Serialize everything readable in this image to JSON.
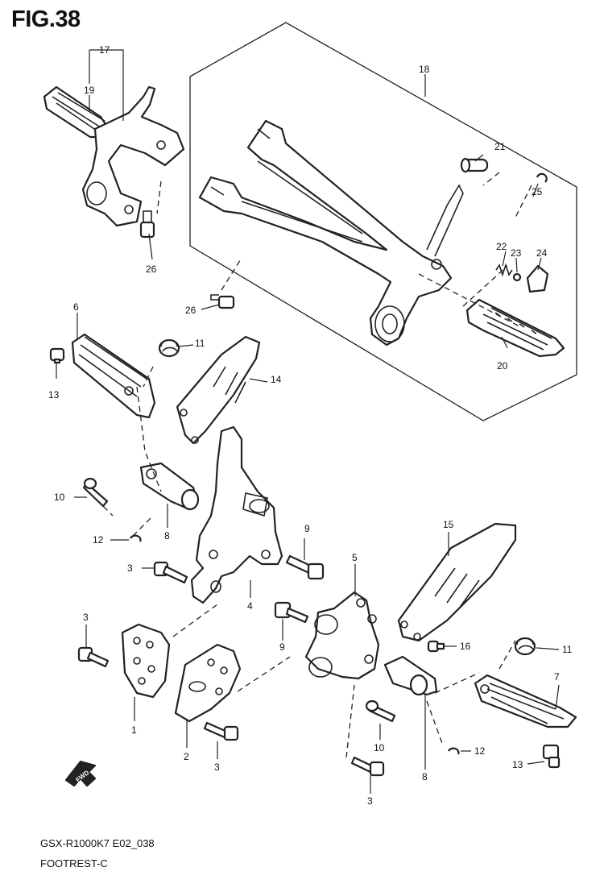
{
  "figure": {
    "title": "FIG.38",
    "model_code": "GSX-R1000K7 E02_038",
    "section_name": "FOOTREST-C"
  },
  "direction_badge": "FWD",
  "callouts": [
    "1",
    "2",
    "3",
    "3",
    "3",
    "3",
    "4",
    "5",
    "6",
    "7",
    "8",
    "8",
    "9",
    "9",
    "10",
    "10",
    "11",
    "11",
    "12",
    "12",
    "13",
    "13",
    "14",
    "15",
    "16",
    "17",
    "18",
    "19",
    "20",
    "21",
    "22",
    "23",
    "24",
    "25",
    "26",
    "26"
  ]
}
